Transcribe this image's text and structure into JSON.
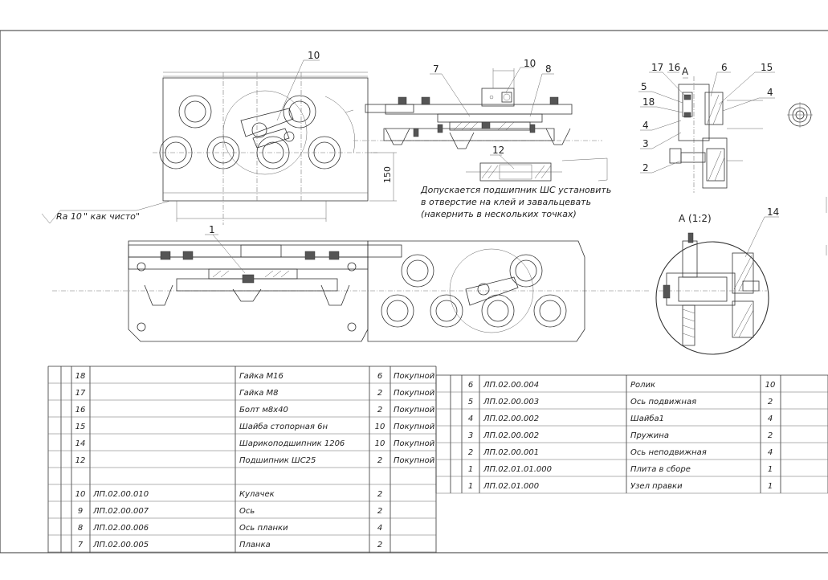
{
  "callouts": {
    "c10_top": "10",
    "c7": "7",
    "c10_mid": "10",
    "c8": "8",
    "c12": "12",
    "c1": "1",
    "c17": "17",
    "c16": "16",
    "cA": "A",
    "c6": "6",
    "c15": "15",
    "c5": "5",
    "c4r": "4",
    "c18": "18",
    "c4l": "4",
    "c3": "3",
    "c2": "2",
    "c14": "14"
  },
  "dims": {
    "d150": "150"
  },
  "view_label": "А (1:2)",
  "note": {
    "line1": "Допускается подшипник ШС установить",
    "line2": "в отверстие на клей и завальцевать",
    "line3": "(накернить в нескольких точках)"
  },
  "roughness": {
    "value": "Ra 10",
    "text": "\" как чисто\""
  },
  "spec_left": {
    "rows": [
      {
        "pos": "18",
        "designation": "",
        "name": "Гайка М16",
        "qty": "6",
        "note": "Покупной"
      },
      {
        "pos": "17",
        "designation": "",
        "name": "Гайка  М8",
        "qty": "2",
        "note": "Покупной"
      },
      {
        "pos": "16",
        "designation": "",
        "name": "Болт м8х40",
        "qty": "2",
        "note": "Покупной"
      },
      {
        "pos": "15",
        "designation": "",
        "name": "Шайба стопорная  6н",
        "qty": "10",
        "note": "Покупной"
      },
      {
        "pos": "14",
        "designation": "",
        "name": "Шарикоподшипник 1206",
        "qty": "10",
        "note": "Покупной"
      },
      {
        "pos": "12",
        "designation": "",
        "name": "Подшипник ШС25",
        "qty": "2",
        "note": "Покупной"
      },
      {
        "pos": "",
        "designation": "",
        "name": "",
        "qty": "",
        "note": ""
      },
      {
        "pos": "10",
        "designation": "ЛП.02.00.010",
        "name": "Кулачек",
        "qty": "2",
        "note": ""
      },
      {
        "pos": "9",
        "designation": "ЛП.02.00.007",
        "name": "Ось",
        "qty": "2",
        "note": ""
      },
      {
        "pos": "8",
        "designation": "ЛП.02.00.006",
        "name": "Ось планки",
        "qty": "4",
        "note": ""
      },
      {
        "pos": "7",
        "designation": "ЛП.02.00.005",
        "name": "Планка",
        "qty": "2",
        "note": ""
      }
    ]
  },
  "spec_right": {
    "rows": [
      {
        "pos": "6",
        "designation": "ЛП.02.00.004",
        "name": "Ролик",
        "qty": "10",
        "note": ""
      },
      {
        "pos": "5",
        "designation": "ЛП.02.00.003",
        "name": "Ось подвижная",
        "qty": "2",
        "note": ""
      },
      {
        "pos": "4",
        "designation": "ЛП.02.00.002",
        "name": "Шайба1",
        "qty": "4",
        "note": ""
      },
      {
        "pos": "3",
        "designation": "ЛП.02.00.002",
        "name": "Пружина",
        "qty": "2",
        "note": ""
      },
      {
        "pos": "2",
        "designation": "ЛП.02.00.001",
        "name": "Ось неподвижная",
        "qty": "4",
        "note": ""
      },
      {
        "pos": "1",
        "designation": "ЛП.02.01.01.000",
        "name": "Плита в сборе",
        "qty": "1",
        "note": ""
      },
      {
        "pos": "1",
        "designation": "ЛП.02.01.000",
        "name": "Узел правки",
        "qty": "1",
        "note": ""
      }
    ]
  }
}
